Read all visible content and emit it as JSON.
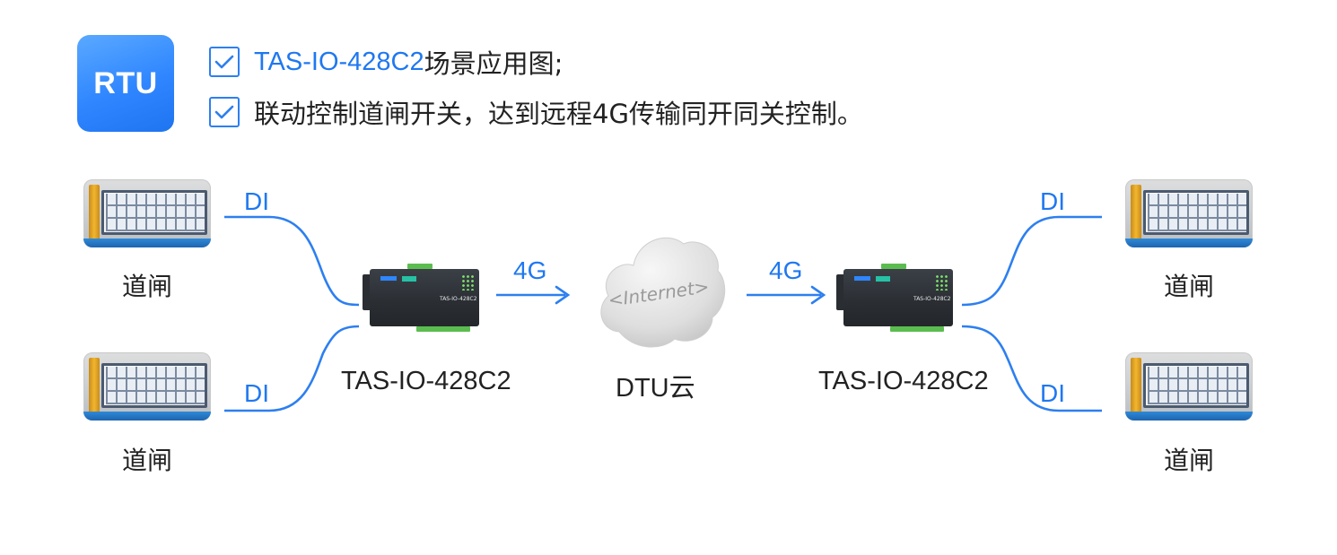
{
  "badge": {
    "label": "RTU"
  },
  "bullets": [
    {
      "accent": "TAS-IO-428C2",
      "text": " 场景应用图;"
    },
    {
      "accent": "",
      "text": "联动控制道闸开关，达到远程4G传输同开同关控制。"
    }
  ],
  "gates": [
    {
      "label": "道闸"
    },
    {
      "label": "道闸"
    },
    {
      "label": "道闸"
    },
    {
      "label": "道闸"
    }
  ],
  "links": {
    "di": "DI",
    "fourg": "4G"
  },
  "devices": [
    {
      "label": "TAS-IO-428C2"
    },
    {
      "label": "TAS-IO-428C2"
    }
  ],
  "cloud": {
    "label": "DTU云",
    "text": "<Internet>"
  },
  "colors": {
    "accent": "#1f78f0",
    "line": "#2d7ff0"
  }
}
